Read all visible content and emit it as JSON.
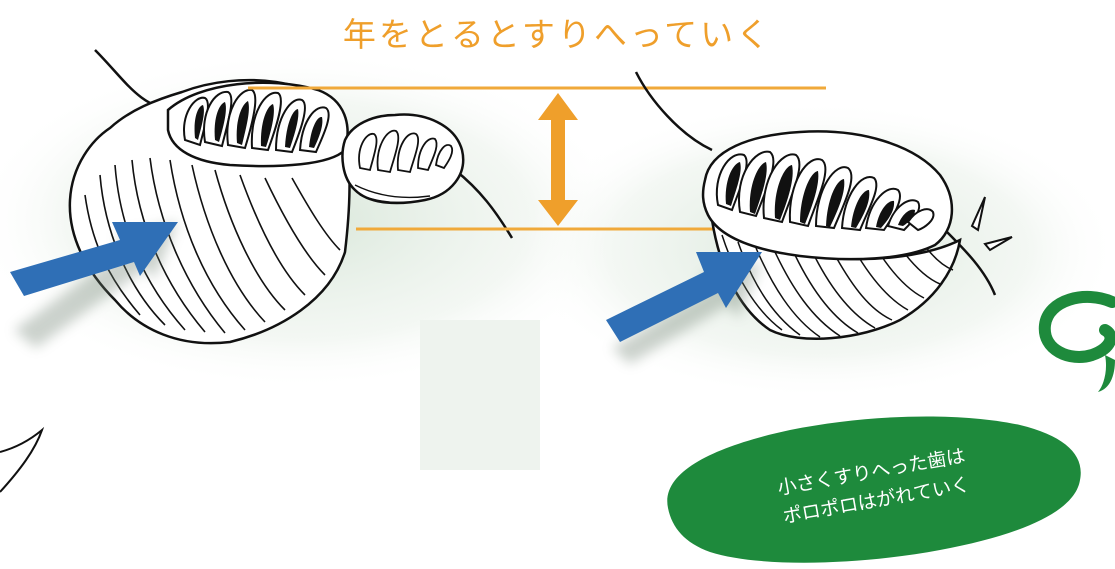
{
  "title": "年をとるとすりへっていく",
  "caption": {
    "line1": "小さくすりへった歯は",
    "line2": "ポロポロはがれていく"
  },
  "colors": {
    "title": "#ef9f2b",
    "guide_line": "#f0a93a",
    "arrow_blue": "#2f6fb6",
    "bubble_green": "#1e8a3c",
    "shadow_green": "#dfe9df",
    "outline": "#111111"
  },
  "icons": {
    "arrows": "blue-right-arrow-icon",
    "size_marker": "double-headed-arrow-icon"
  }
}
